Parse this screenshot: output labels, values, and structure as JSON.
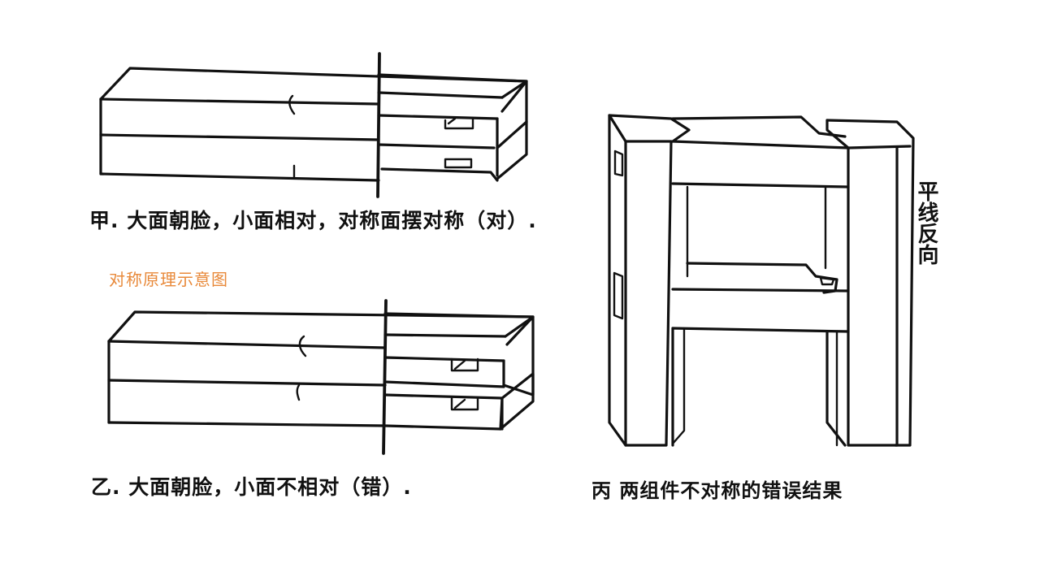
{
  "slide": {
    "title_label": "对称原理示意图",
    "title_color": "#E8893A",
    "ink_color": "#111111",
    "background": "#FFFFFF"
  },
  "figures": [
    {
      "id": "jia",
      "caption": "甲. 大面朝脸，小面相对，对称面摆对称（对）.",
      "verdict": "对"
    },
    {
      "id": "yi",
      "caption": "乙. 大面朝脸，小面不相对（错）.",
      "verdict": "错"
    },
    {
      "id": "bing",
      "caption": "丙  两组件不对称的错误结果",
      "side_label": "平线反向"
    }
  ]
}
